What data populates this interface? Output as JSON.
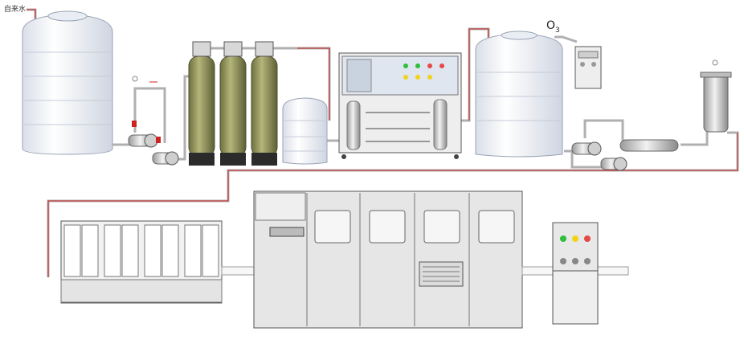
{
  "diagram": {
    "source_label": "自来水",
    "ozone_label": "O",
    "ozone_subscript": "3",
    "colors": {
      "pipe": "#a8a8a8",
      "flow_line": "#cc2222",
      "tank_body": "#eef1f7",
      "tank_outline": "#9aa3b4",
      "filter_body": "#8a8c55",
      "filter_base": "#2b2b2b",
      "machine_body": "#e6e6e6",
      "machine_outline": "#555555",
      "panel_blue": "#dfe6f0",
      "light_green": "#2fbf3a",
      "light_yellow": "#f2d21a",
      "light_red": "#e54848"
    },
    "icons": [
      "water-tank-icon",
      "pump-icon",
      "valve-icon",
      "filter-column-icon",
      "reverse-osmosis-unit-icon",
      "ozone-generator-icon",
      "uv-sterilizer-icon",
      "precision-filter-icon",
      "filling-machine-icon",
      "control-panel-icon"
    ]
  }
}
